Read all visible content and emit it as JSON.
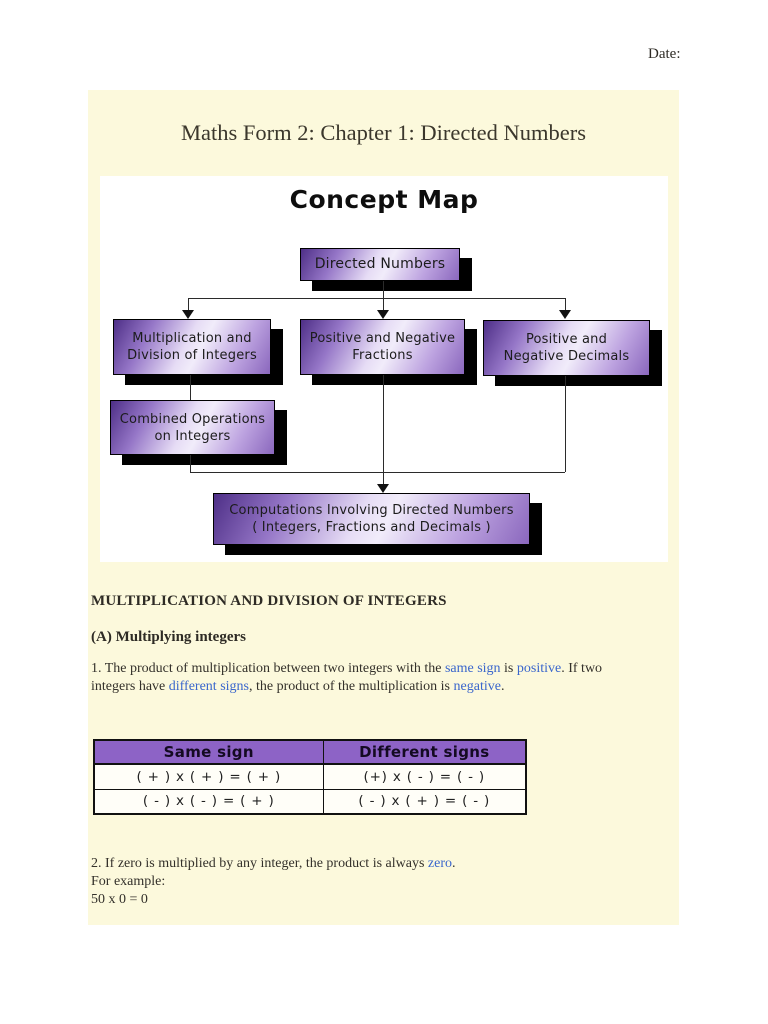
{
  "page": {
    "date_label": "Date:",
    "title": "Maths Form 2: Chapter 1: Directed Numbers"
  },
  "concept_map": {
    "heading": "Concept Map",
    "nodes": {
      "root": "Directed Numbers",
      "mult_div": "Multiplication and\nDivision of Integers",
      "fractions": "Positive and Negative\nFractions",
      "decimals": "Positive and\nNegative Decimals",
      "combined": "Combined Operations\non Integers",
      "computations": "Computations Involving Directed Numbers\n( Integers, Fractions and Decimals )"
    }
  },
  "sections": {
    "heading": "MULTIPLICATION AND DIVISION OF INTEGERS",
    "subheading": "(A) Multiplying integers",
    "para1": {
      "t1": "1. The product of multiplication between two integers with the ",
      "b1": "same sign",
      "t2": " is ",
      "b2": "positive",
      "t3": ". If two integers have ",
      "b3": "different signs",
      "t4": ", the product of the multiplication is ",
      "b4": "negative",
      "t5": "."
    },
    "note2": {
      "t1": "2. If zero is multiplied by any integer, the product is always ",
      "b1": "zero",
      "t2": ".",
      "line2": "For example:",
      "line3": "50 x 0 = 0"
    }
  },
  "table": {
    "headers": [
      "Same sign",
      "Different signs"
    ],
    "rows": [
      [
        "( + ) x ( + ) = ( + )",
        "(+) x ( - ) = ( - )"
      ],
      [
        "( - ) x ( - ) = ( + )",
        "( - ) x ( + ) = ( - )"
      ]
    ]
  },
  "colors": {
    "sheet_cream": "#fcf9dc",
    "table_header_purple": "#8d63c6",
    "link_blue": "#3a66cc",
    "node_gradient_dark": "#4e2f87",
    "node_gradient_light": "#f1ecfa"
  }
}
